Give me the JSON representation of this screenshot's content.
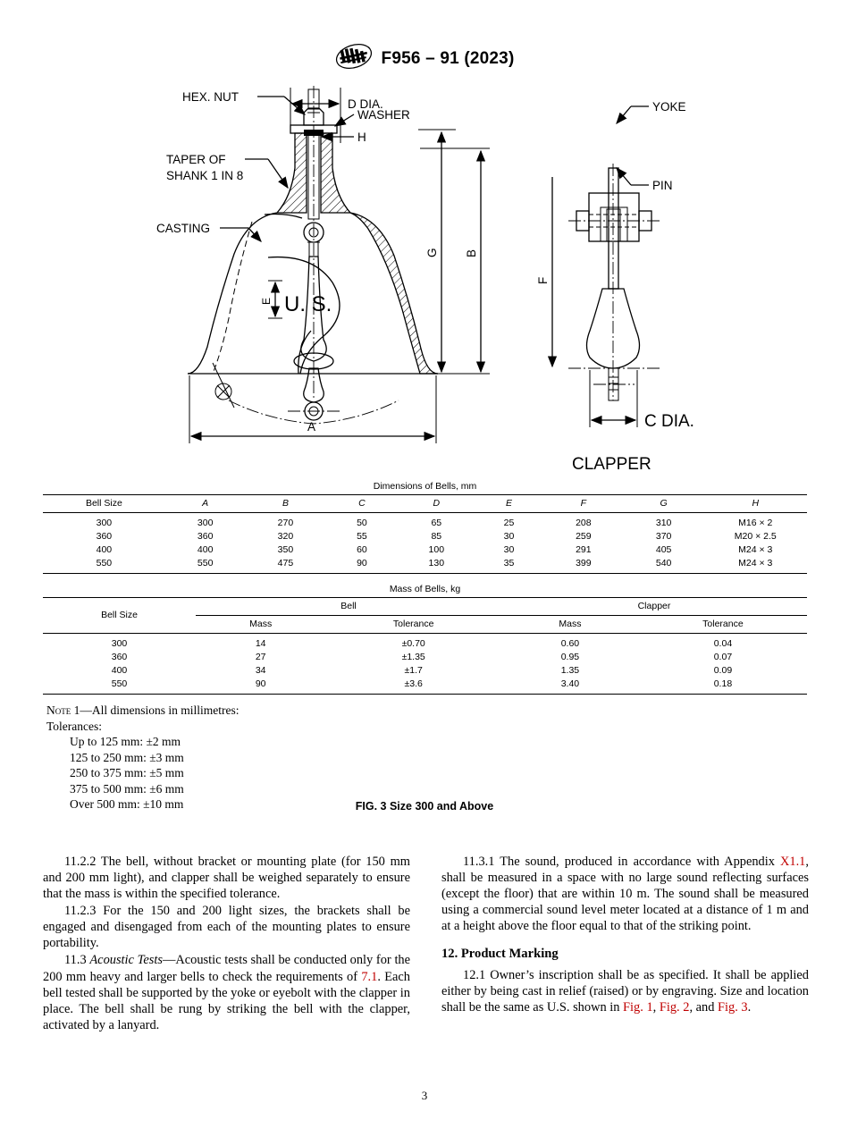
{
  "header": {
    "logo_icon": "astm-logo-icon",
    "designation": "F956 – 91 (2023)"
  },
  "figure": {
    "caption": "FIG. 3 Size 300 and Above",
    "labels": {
      "hex_nut": "HEX. NUT",
      "washer": "WASHER",
      "d_dia": "D DIA.",
      "h": "H",
      "taper_line1": "TAPER OF",
      "taper_line2": "SHANK 1 IN 8",
      "casting": "CASTING",
      "inscription": "U. S.",
      "dim_e": "E",
      "dim_a": "A",
      "dim_b": "B",
      "dim_g": "G",
      "dim_f": "F",
      "yoke": "YOKE",
      "pin": "PIN",
      "c_dia": "C DIA.",
      "clapper": "CLAPPER"
    }
  },
  "table_dimensions": {
    "caption": "Dimensions of Bells, mm",
    "columns": [
      "Bell Size",
      "A",
      "B",
      "C",
      "D",
      "E",
      "F",
      "G",
      "H"
    ],
    "rows": [
      [
        "300",
        "300",
        "270",
        "50",
        "65",
        "25",
        "208",
        "310",
        "M16 × 2"
      ],
      [
        "360",
        "360",
        "320",
        "55",
        "85",
        "30",
        "259",
        "370",
        "M20 × 2.5"
      ],
      [
        "400",
        "400",
        "350",
        "60",
        "100",
        "30",
        "291",
        "405",
        "M24 × 3"
      ],
      [
        "550",
        "550",
        "475",
        "90",
        "130",
        "35",
        "399",
        "540",
        "M24 × 3"
      ]
    ]
  },
  "table_mass": {
    "caption": "Mass of Bells, kg",
    "stub_header": "Bell Size",
    "group_headers": [
      "Bell",
      "Clapper"
    ],
    "sub_headers": [
      "Mass",
      "Tolerance",
      "Mass",
      "Tolerance"
    ],
    "rows": [
      [
        "300",
        "14",
        "±0.70",
        "0.60",
        "0.04"
      ],
      [
        "360",
        "27",
        "±1.35",
        "0.95",
        "0.07"
      ],
      [
        "400",
        "34",
        "±1.7",
        "1.35",
        "0.09"
      ],
      [
        "550",
        "90",
        "±3.6",
        "3.40",
        "0.18"
      ]
    ]
  },
  "note": {
    "lead": "Note",
    "lead_rest": " 1—All dimensions in millimetres:",
    "tolerances_label": "Tolerances:",
    "lines": [
      "Up to 125 mm: ±2 mm",
      "125 to 250 mm: ±3 mm",
      "250 to 375 mm: ±5 mm",
      "375 to 500 mm: ±6 mm",
      "Over 500 mm: ±10 mm"
    ]
  },
  "body": {
    "left_column": {
      "p1": "11.2.2 The bell, without bracket or mounting plate (for 150 mm and 200 mm light), and clapper shall be weighed separately to ensure that the mass is within the specified tolerance.",
      "p2": "11.2.3 For the 150 and 200 light sizes, the brackets shall be engaged and disengaged from each of the mounting plates to ensure portability.",
      "p3_num": "11.3 ",
      "p3_italic": "Acoustic Tests",
      "p3_a": "—Acoustic tests shall be conducted only for the 200 mm heavy and larger bells to check the requirements of ",
      "p3_xref": "7.1",
      "p3_b": ". Each bell tested shall be supported by the yoke or eyebolt with the clapper in place. The bell shall be rung by striking the bell with the clapper, activated by a lanyard."
    },
    "right_column": {
      "p1_a": "11.3.1 The sound, produced in accordance with Appendix ",
      "p1_xref": "X1.1",
      "p1_b": ", shall be measured in a space with no large sound reflecting surfaces (except the floor) that are within 10 m. The sound shall be measured using a commercial sound level meter located at a distance of 1 m and at a height above the floor equal to that of the striking point.",
      "heading": "12.  Product Marking",
      "p2_a": "12.1 Owner’s inscription shall be as specified. It shall be applied either by being cast in relief (raised) or by engraving. Size and location shall be the same as U.S. shown in ",
      "p2_xref1": "Fig. 1",
      "p2_mid1": ", ",
      "p2_xref2": "Fig. 2",
      "p2_mid2": ", and ",
      "p2_xref3": "Fig. 3",
      "p2_end": "."
    }
  },
  "page_number": "3",
  "colors": {
    "xref": "#c00000",
    "text": "#000000",
    "background": "#ffffff"
  }
}
